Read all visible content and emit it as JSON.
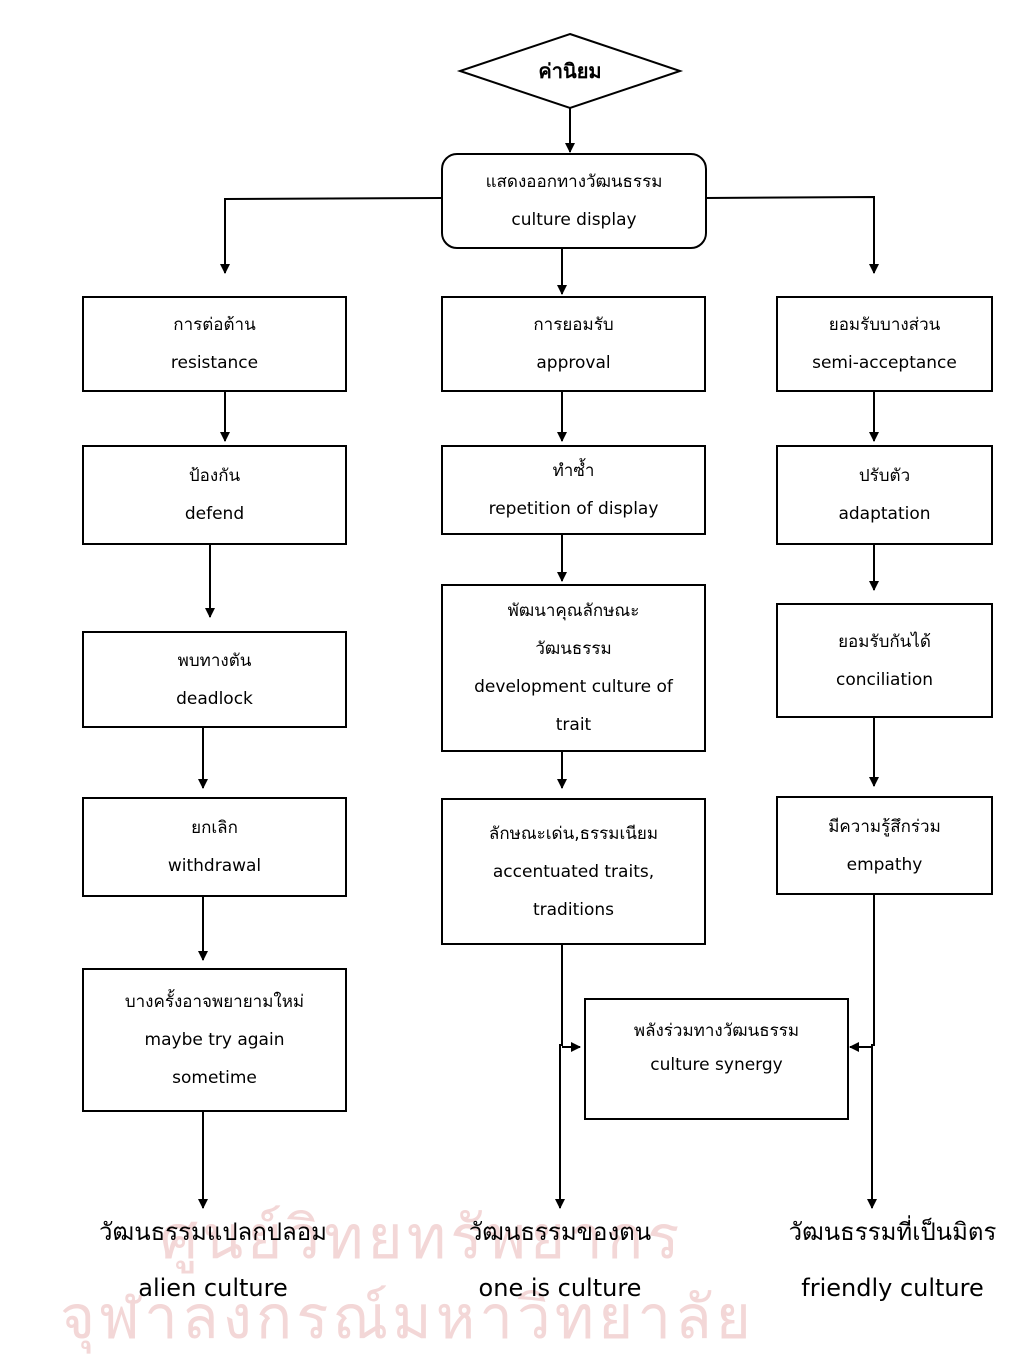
{
  "root": {
    "label": "ค่านิยม"
  },
  "display": {
    "th": "แสดงออกทางวัฒนธรรม",
    "en": "culture display"
  },
  "left": {
    "resistance": {
      "th": "การต่อต้าน",
      "en": "resistance"
    },
    "defend": {
      "th": "ป้องกัน",
      "en": "defend"
    },
    "deadlock": {
      "th": "พบทางตัน",
      "en": "deadlock"
    },
    "withdrawal": {
      "th": "ยกเลิก",
      "en": "withdrawal"
    },
    "try_again": {
      "th": "บางครั้งอาจพยายามใหม่",
      "en1": "maybe try again",
      "en2": "sometime"
    },
    "outcome": {
      "th": "วัฒนธรรมแปลกปลอม",
      "en": "alien culture"
    }
  },
  "center": {
    "approval": {
      "th": "การยอมรับ",
      "en": "approval"
    },
    "repetition": {
      "th": "ทำซ้ำ",
      "en": "repetition of display"
    },
    "development": {
      "th1": "พัฒนาคุณลักษณะ",
      "th2": "วัฒนธรรม",
      "en1": "development culture of",
      "en2": "trait"
    },
    "accentuated": {
      "th": "ลักษณะเด่น,ธรรมเนียม",
      "en1": "accentuated traits,",
      "en2": "traditions"
    },
    "outcome": {
      "th": "วัฒนธรรมของตน",
      "en": "one is culture"
    }
  },
  "right": {
    "semi": {
      "th": "ยอมรับบางส่วน",
      "en": "semi-acceptance"
    },
    "adaptation": {
      "th": "ปรับตัว",
      "en": "adaptation"
    },
    "conciliation": {
      "th": "ยอมรับกันได้",
      "en": "conciliation"
    },
    "empathy": {
      "th": "มีความรู้สึกร่วม",
      "en": "empathy"
    },
    "outcome": {
      "th": "วัฒนธรรมที่เป็นมิตร",
      "en": "friendly culture"
    }
  },
  "synergy": {
    "th": "พลังร่วมทางวัฒนธรรม",
    "en": "culture synergy"
  },
  "watermark": {
    "line1": "ศูนย์วิทยทรัพยากร",
    "line2": "จุฬาลงกรณ์มหาวิทยาลัย"
  }
}
